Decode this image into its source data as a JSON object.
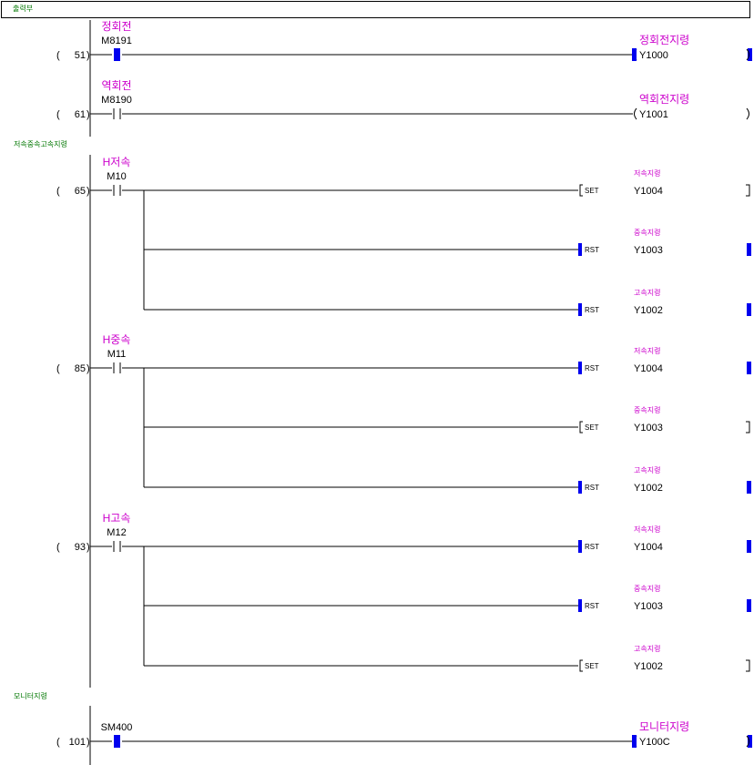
{
  "colors": {
    "comment": "#cc00cc",
    "header": "#007700",
    "highlight": "#0000ee",
    "wire": "#000000"
  },
  "top_header": "출력부",
  "rungs": [
    {
      "kind": "simple",
      "step": "51",
      "contact": {
        "device": "M8191",
        "comment": "정회전",
        "highlight": true
      },
      "coil": {
        "device": "Y1000",
        "comment": "정회전지령",
        "highlight": true
      }
    },
    {
      "kind": "simple",
      "step": "61",
      "contact": {
        "device": "M8190",
        "comment": "역회전",
        "highlight": false
      },
      "coil": {
        "device": "Y1001",
        "comment": "역회전지령",
        "highlight": false
      }
    },
    {
      "kind": "section",
      "title": "저속중속고속지령"
    },
    {
      "kind": "branch",
      "step": "65",
      "contact": {
        "device": "M10",
        "comment": "H저속"
      },
      "outputs": [
        {
          "instr": "SET",
          "device": "Y1004",
          "comment": "저속지령",
          "highlight": false
        },
        {
          "instr": "RST",
          "device": "Y1003",
          "comment": "중속지령",
          "highlight": true
        },
        {
          "instr": "RST",
          "device": "Y1002",
          "comment": "고속지령",
          "highlight": true
        }
      ]
    },
    {
      "kind": "branch",
      "step": "85",
      "contact": {
        "device": "M11",
        "comment": "H중속"
      },
      "outputs": [
        {
          "instr": "RST",
          "device": "Y1004",
          "comment": "저속지령",
          "highlight": true
        },
        {
          "instr": "SET",
          "device": "Y1003",
          "comment": "중속지령",
          "highlight": false
        },
        {
          "instr": "RST",
          "device": "Y1002",
          "comment": "고속지령",
          "highlight": true
        }
      ]
    },
    {
      "kind": "branch",
      "step": "93",
      "contact": {
        "device": "M12",
        "comment": "H고속"
      },
      "outputs": [
        {
          "instr": "RST",
          "device": "Y1004",
          "comment": "저속지령",
          "highlight": true
        },
        {
          "instr": "RST",
          "device": "Y1003",
          "comment": "중속지령",
          "highlight": true
        },
        {
          "instr": "SET",
          "device": "Y1002",
          "comment": "고속지령",
          "highlight": false
        }
      ]
    },
    {
      "kind": "section",
      "title": "모니터지령"
    },
    {
      "kind": "simple",
      "step": "101",
      "contact": {
        "device": "SM400",
        "comment": "",
        "highlight": true
      },
      "coil": {
        "device": "Y100C",
        "comment": "모니터지령",
        "highlight": true
      }
    }
  ]
}
